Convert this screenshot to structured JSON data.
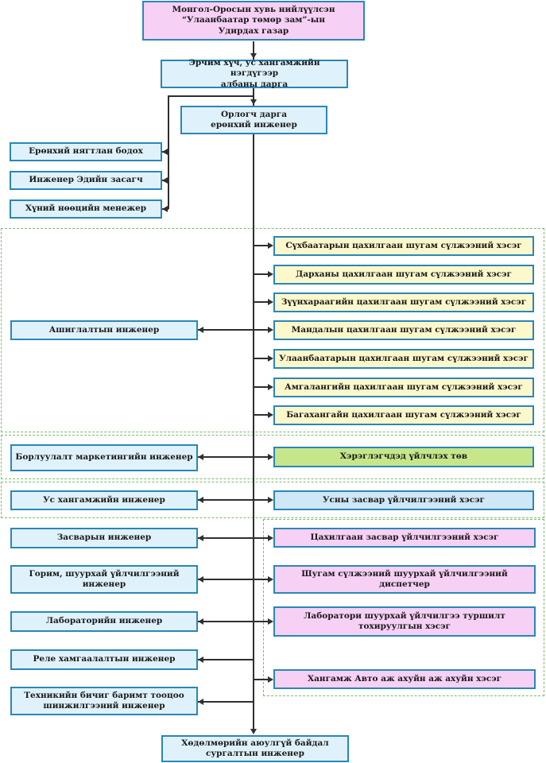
{
  "top": {
    "line1": "Монгол-Оросын хувь нийлүүлсэн",
    "line2": "“Улаанбаатар төмөр зам”-ын",
    "line3": "Удирдах газар"
  },
  "energy_deputy": {
    "line1": "Эрчим хүч, ус хангамжийн нэгдүгээр",
    "line2": "албаны дарга"
  },
  "chief_engineer": {
    "line1": "Орлогч дарга",
    "line2": "ерөнхий инженер"
  },
  "staff": [
    "Ерөнхий нягтлан бодох",
    "Инженер Эдийн засагч",
    "Хүний нөөцийн менежер"
  ],
  "operations_engineer": "Ашиглалтын инженер",
  "districts": [
    "Сүхбаатарын цахилгаан шугам сүлжээний хэсэг",
    "Дарханы цахилгаан шугам сүлжээний хэсэг",
    "Зүүнхараагийн цахилгаан шугам сүлжээний хэсэг",
    "Мандалын цахилгаан шугам сүлжээний хэсэг",
    "Улаанбаатарын цахилгаан шугам сүлжээний хэсэг",
    "Амгалангийн цахилгаан шугам сүлжээний хэсэг",
    "Багахангайн цахилгаан шугам сүлжээний хэсэг"
  ],
  "sales_engineer": "Борлуулалт маркетингийн инженер",
  "customer_center": "Хэрэглэгчдэд үйлчлэх төв",
  "water_engineer": "Ус хангамжийн инженер",
  "water_repair": "Усны засвар үйлчилгээний хэсэг",
  "engineers": [
    "Засварын инженер",
    "Горим, шуурхай үйлчилгээний инженер",
    "Лабораторийн инженер",
    "Реле хамгаалалтын инженер",
    "Техникийн бичиг баримт тооцоо шинжилгээний инженер"
  ],
  "services": [
    "Цахилгаан засвар үйлчилгээний хэсэг",
    "Шугам сүлжээний шуурхай үйлчилгээний диспетчер",
    "Лаборатори шуурхай үйлчилгээ туршилт тохируулгын хэсэг",
    "Хангамж Авто аж ахуйн аж ахуйн хэсэг"
  ],
  "safety_engineer": {
    "line1": "Хөдөлмөрийн аюулгүй байдал",
    "line2": "сургалтын инженер"
  },
  "colors": {
    "border": "#2b86b6",
    "cyan": "#dff2fb",
    "pink": "#f6d0f5",
    "yellow": "#fdf8cc",
    "green": "#c7e68a",
    "blue": "#cfe7f7",
    "dashed": "#7cbc6e",
    "line": "#2f2f2f"
  }
}
